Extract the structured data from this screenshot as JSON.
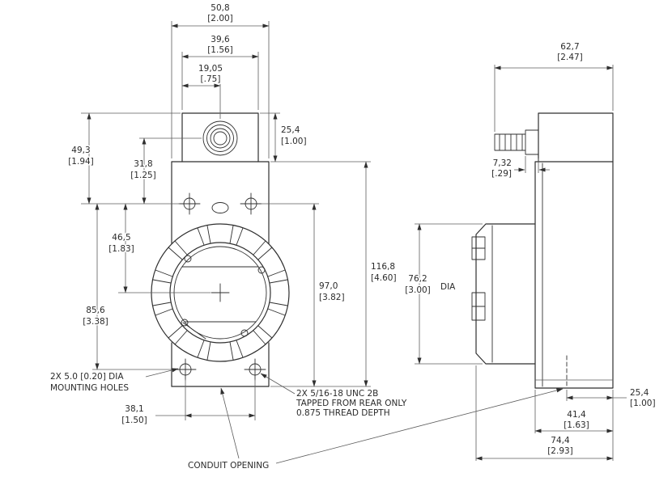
{
  "drawing": {
    "front": {
      "dims": {
        "overall_width": {
          "mm": "50,8",
          "in": "[2.00]"
        },
        "housing_width": {
          "mm": "39,6",
          "in": "[1.56]"
        },
        "conduit_offset": {
          "mm": "19,05",
          "in": "[.75]"
        },
        "housing_height": {
          "mm": "25,4",
          "in": "[1.00]"
        },
        "top_to_holes": {
          "mm": "49,3",
          "in": "[1.94]"
        },
        "conduit_to_holes": {
          "mm": "31,8",
          "in": "[1.25]"
        },
        "holes_to_center": {
          "mm": "46,5",
          "in": "[1.83]"
        },
        "hole_rows_span": {
          "mm": "85,6",
          "in": "[3.38]"
        },
        "overall_height": {
          "mm": "116,8",
          "in": "[4.60]"
        },
        "holes_to_bottom": {
          "mm": "97,0",
          "in": "[3.82]"
        },
        "bottom_hole_span": {
          "mm": "38,1",
          "in": "[1.50]"
        }
      },
      "notes": {
        "mounting_line1": "2X 5.0 [0.20] DIA",
        "mounting_line2": "MOUNTING HOLES",
        "tapped_line1": "2X 5/16-18 UNC 2B",
        "tapped_line2": "TAPPED FROM REAR ONLY",
        "tapped_line3": "0.875 THREAD DEPTH",
        "conduit": "CONDUIT OPENING"
      }
    },
    "side": {
      "dims": {
        "overall_depth": {
          "mm": "62,7",
          "in": "[2.47]"
        },
        "fitting_protrusion": {
          "mm": "7,32",
          "in": "[.29]"
        },
        "cover_diameter": {
          "mm": "76,2",
          "in": "[3.00]"
        },
        "cover_dia_suffix": "DIA",
        "conduit_from_rear": {
          "mm": "25,4",
          "in": "[1.00]"
        },
        "body_depth": {
          "mm": "41,4",
          "in": "[1.63]"
        },
        "total_depth": {
          "mm": "74,4",
          "in": "[2.93]"
        }
      }
    }
  }
}
